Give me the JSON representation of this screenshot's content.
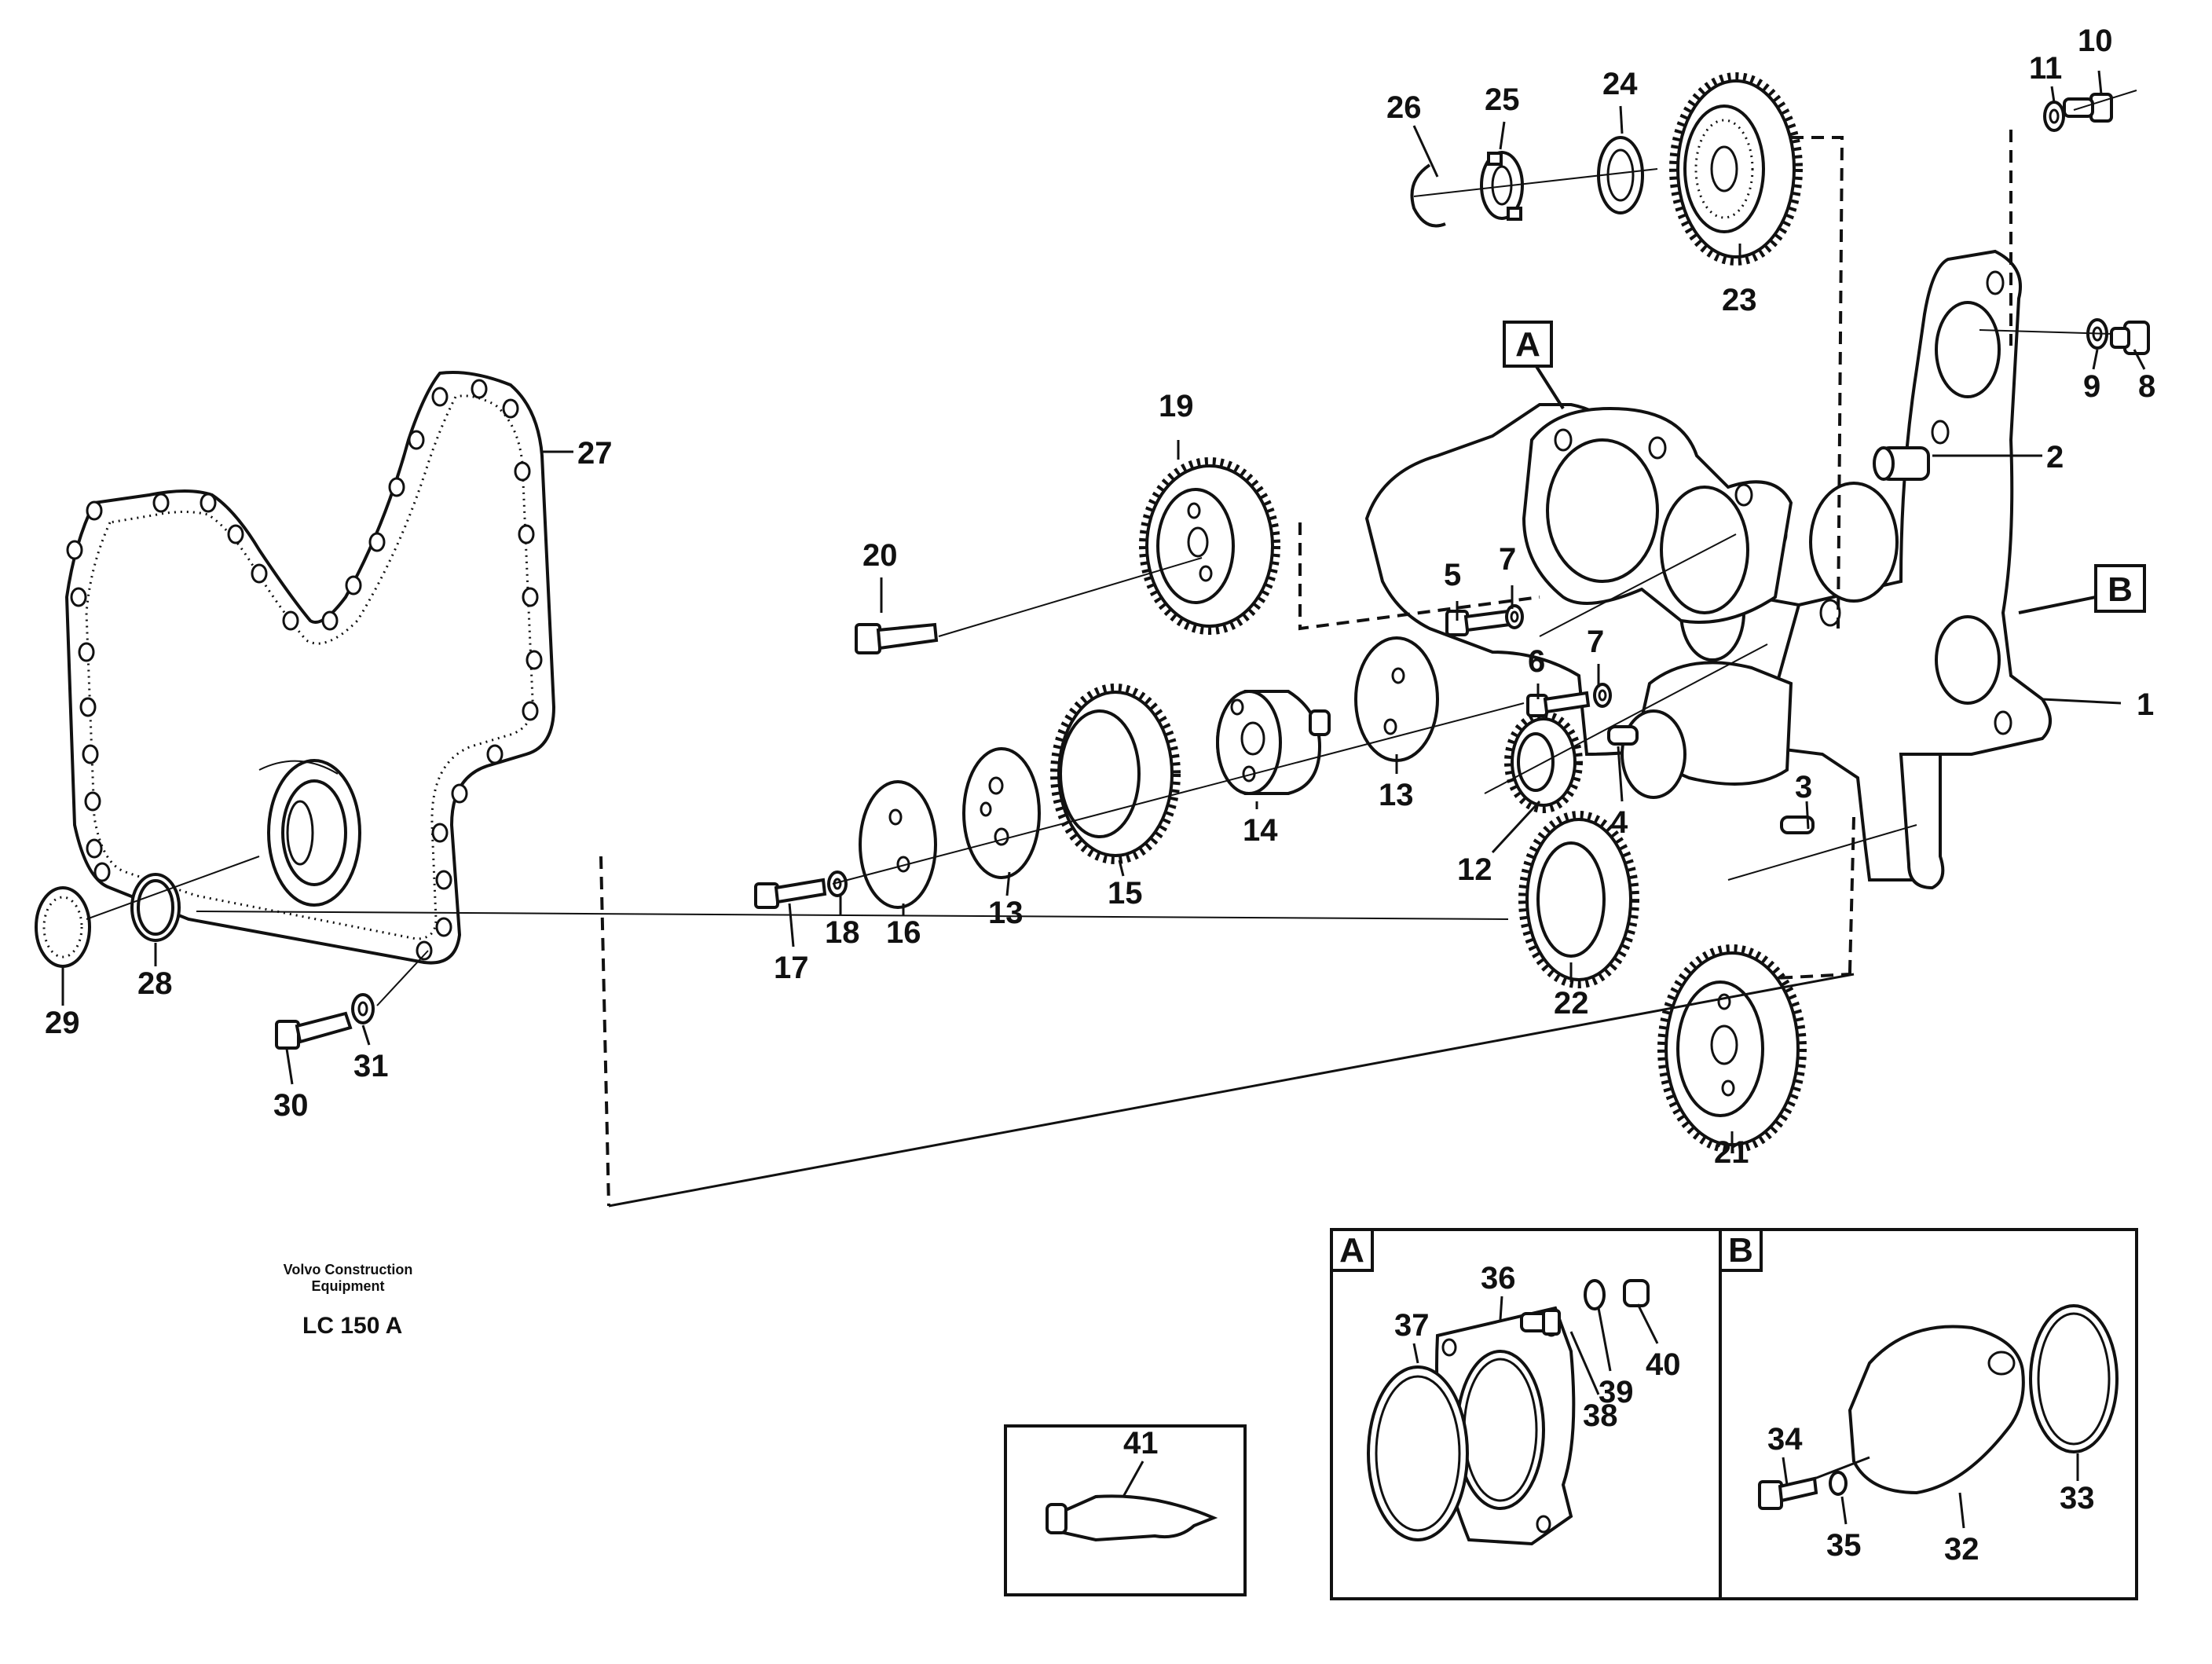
{
  "footer": {
    "line1": "Volvo Construction",
    "line2": "Equipment",
    "model": "LC 150  A"
  },
  "detail_boxes": [
    {
      "letter": "A"
    },
    {
      "letter": "B"
    }
  ],
  "callout_boxes": [
    {
      "letter": "A"
    },
    {
      "letter": "B"
    }
  ],
  "callouts": [
    {
      "n": "1"
    },
    {
      "n": "2"
    },
    {
      "n": "3"
    },
    {
      "n": "4"
    },
    {
      "n": "5"
    },
    {
      "n": "6"
    },
    {
      "n": "7"
    },
    {
      "n": "7"
    },
    {
      "n": "8"
    },
    {
      "n": "9"
    },
    {
      "n": "10"
    },
    {
      "n": "11"
    },
    {
      "n": "12"
    },
    {
      "n": "13"
    },
    {
      "n": "13"
    },
    {
      "n": "14"
    },
    {
      "n": "15"
    },
    {
      "n": "16"
    },
    {
      "n": "17"
    },
    {
      "n": "18"
    },
    {
      "n": "19"
    },
    {
      "n": "20"
    },
    {
      "n": "21"
    },
    {
      "n": "22"
    },
    {
      "n": "23"
    },
    {
      "n": "24"
    },
    {
      "n": "25"
    },
    {
      "n": "26"
    },
    {
      "n": "27"
    },
    {
      "n": "28"
    },
    {
      "n": "29"
    },
    {
      "n": "30"
    },
    {
      "n": "31"
    },
    {
      "n": "32"
    },
    {
      "n": "33"
    },
    {
      "n": "34"
    },
    {
      "n": "35"
    },
    {
      "n": "36"
    },
    {
      "n": "37"
    },
    {
      "n": "38"
    },
    {
      "n": "39"
    },
    {
      "n": "40"
    },
    {
      "n": "41"
    }
  ]
}
